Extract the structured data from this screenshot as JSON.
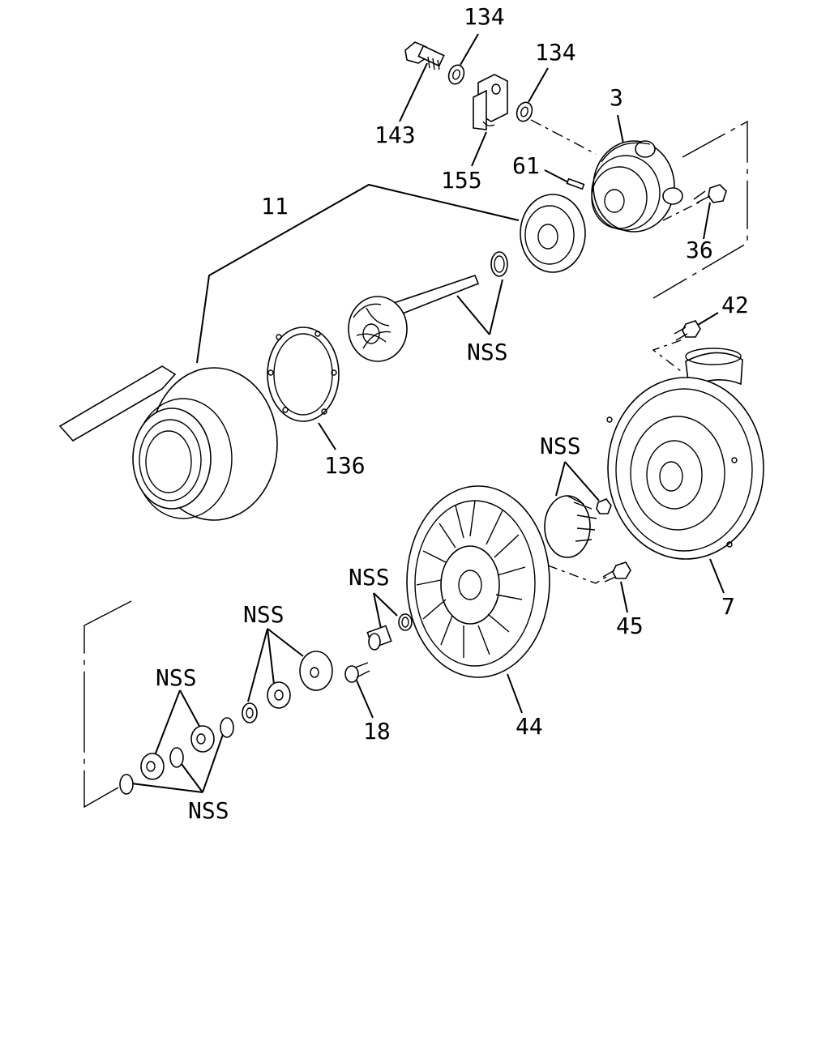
{
  "labels": {
    "l134a": "134",
    "l134b": "134",
    "l143": "143",
    "l155": "155",
    "l3": "3",
    "l61": "61",
    "l11": "11",
    "l36": "36",
    "lnss_top": "NSS",
    "l42": "42",
    "l136": "136",
    "lnss_mid": "NSS",
    "lnss_a": "NSS",
    "lnss_b": "NSS",
    "lnss_c": "NSS",
    "lnss_d": "NSS",
    "l45": "45",
    "l7": "7",
    "l18": "18",
    "l44": "44"
  }
}
